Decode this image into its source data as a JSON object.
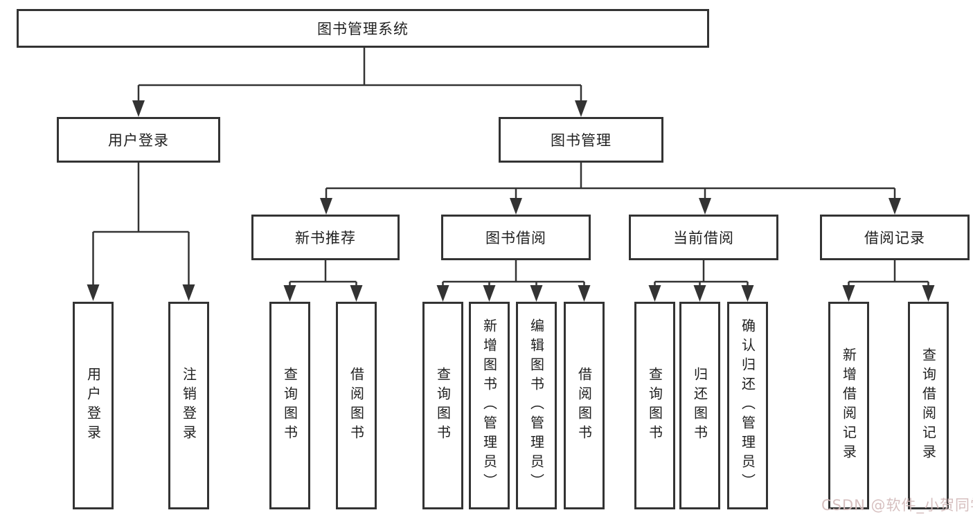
{
  "tree": {
    "root": {
      "label": "图书管理系统"
    },
    "login_branch": {
      "label": "用户登录",
      "children": [
        {
          "label": "用户登录"
        },
        {
          "label": "注销登录"
        }
      ]
    },
    "management_branch": {
      "label": "图书管理",
      "groups": [
        {
          "label": "新书推荐",
          "children": [
            {
              "label": "查询图书"
            },
            {
              "label": "借阅图书"
            }
          ]
        },
        {
          "label": "图书借阅",
          "children": [
            {
              "label": "查询图书"
            },
            {
              "label": "新增图书（管理员）"
            },
            {
              "label": "编辑图书（管理员）"
            },
            {
              "label": "借阅图书"
            }
          ]
        },
        {
          "label": "当前借阅",
          "children": [
            {
              "label": "查询图书"
            },
            {
              "label": "归还图书"
            },
            {
              "label": "确认归还（管理员）"
            }
          ]
        },
        {
          "label": "借阅记录",
          "children": [
            {
              "label": "新增借阅记录"
            },
            {
              "label": "查询借阅记录"
            }
          ]
        }
      ]
    }
  },
  "colors": {
    "line": "#333333",
    "text": "#1f1f1f",
    "watermark": "#d4bcbc"
  },
  "watermark": {
    "text": "CSDN @软件_小贺同学"
  }
}
